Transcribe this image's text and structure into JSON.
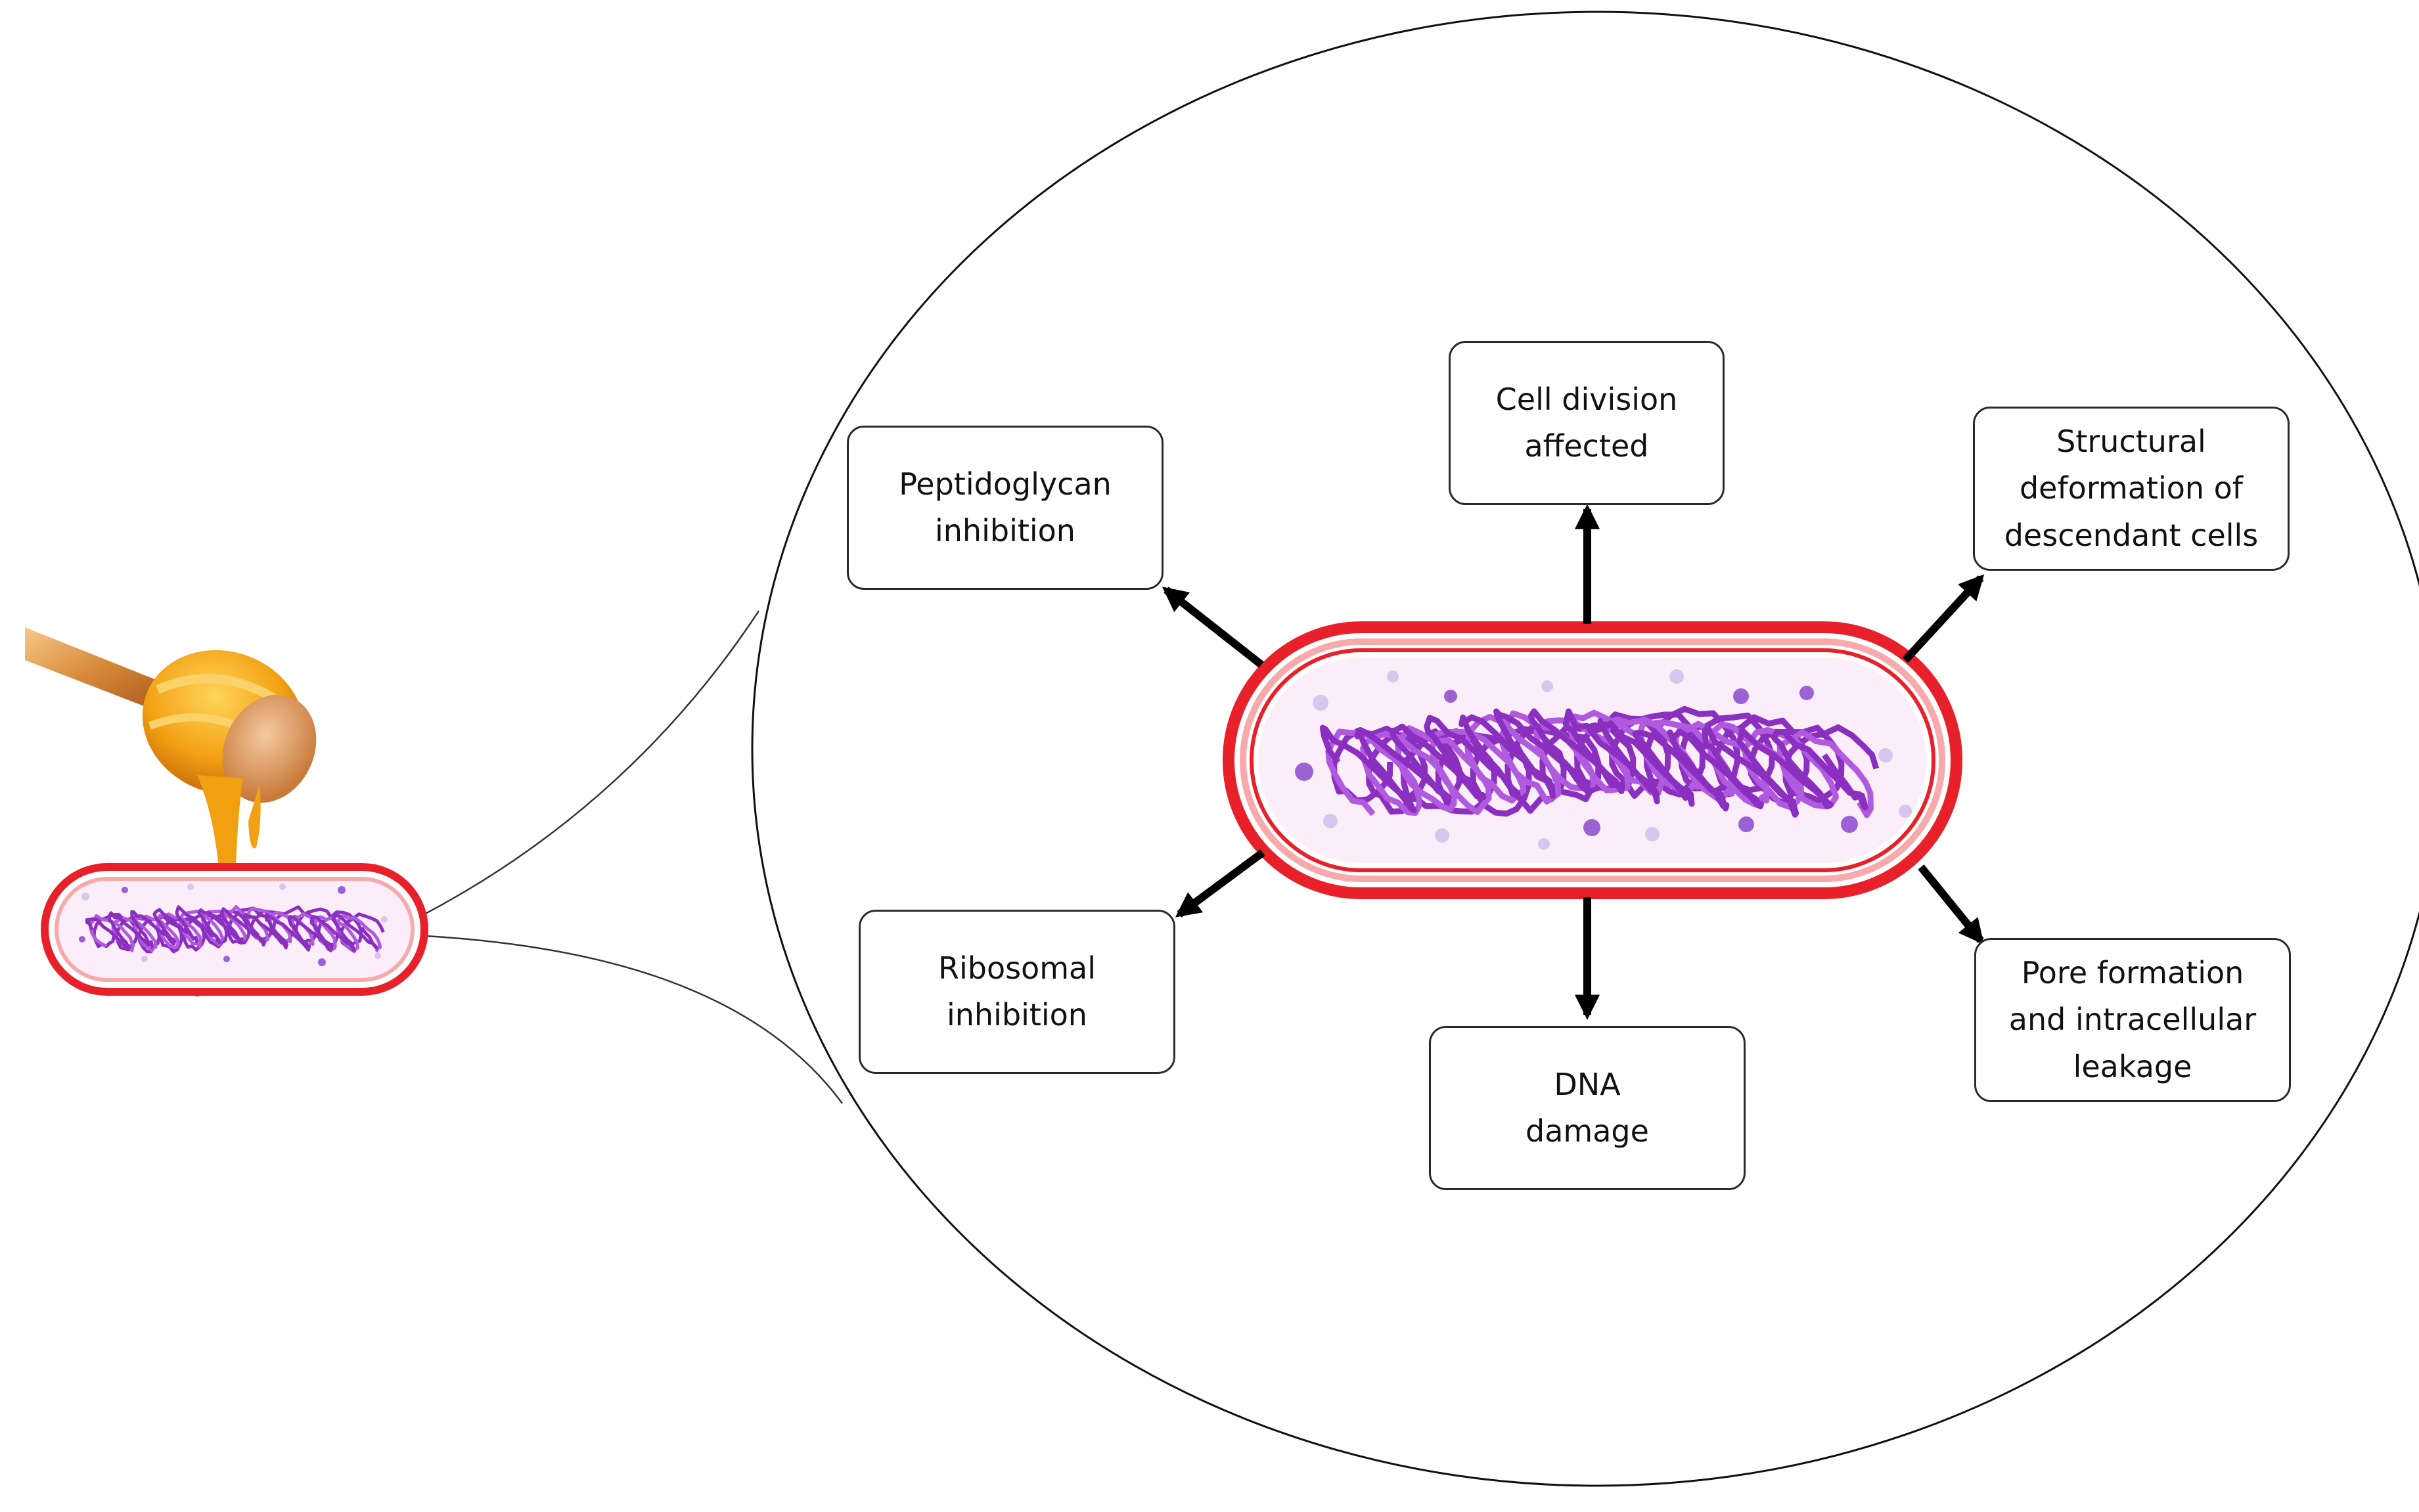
{
  "mechanisms": [
    {
      "id": "peptidoglycan",
      "label": "Peptidoglycan\ninhibition"
    },
    {
      "id": "cell-division",
      "label": "Cell division\naffected"
    },
    {
      "id": "structural",
      "label": "Structural\ndeformation of\ndescendant cells"
    },
    {
      "id": "ribosomal",
      "label": "Ribosomal\ninhibition"
    },
    {
      "id": "dna",
      "label": "DNA\ndamage"
    },
    {
      "id": "pore",
      "label": "Pore formation\nand intracellular\nleakage"
    }
  ],
  "colors": {
    "membrane_outer": "#e8202a",
    "membrane_light": "#f7a9ab",
    "cytoplasm": "#fbeef8",
    "dna": "#8a2fc0",
    "ribosome": "#9b62d6",
    "honey": "#f3a114",
    "arrow": "#000000"
  },
  "icons": {
    "honey_dipper": "honey-dipper-icon",
    "bacterium": "rod-bacterium-icon"
  }
}
